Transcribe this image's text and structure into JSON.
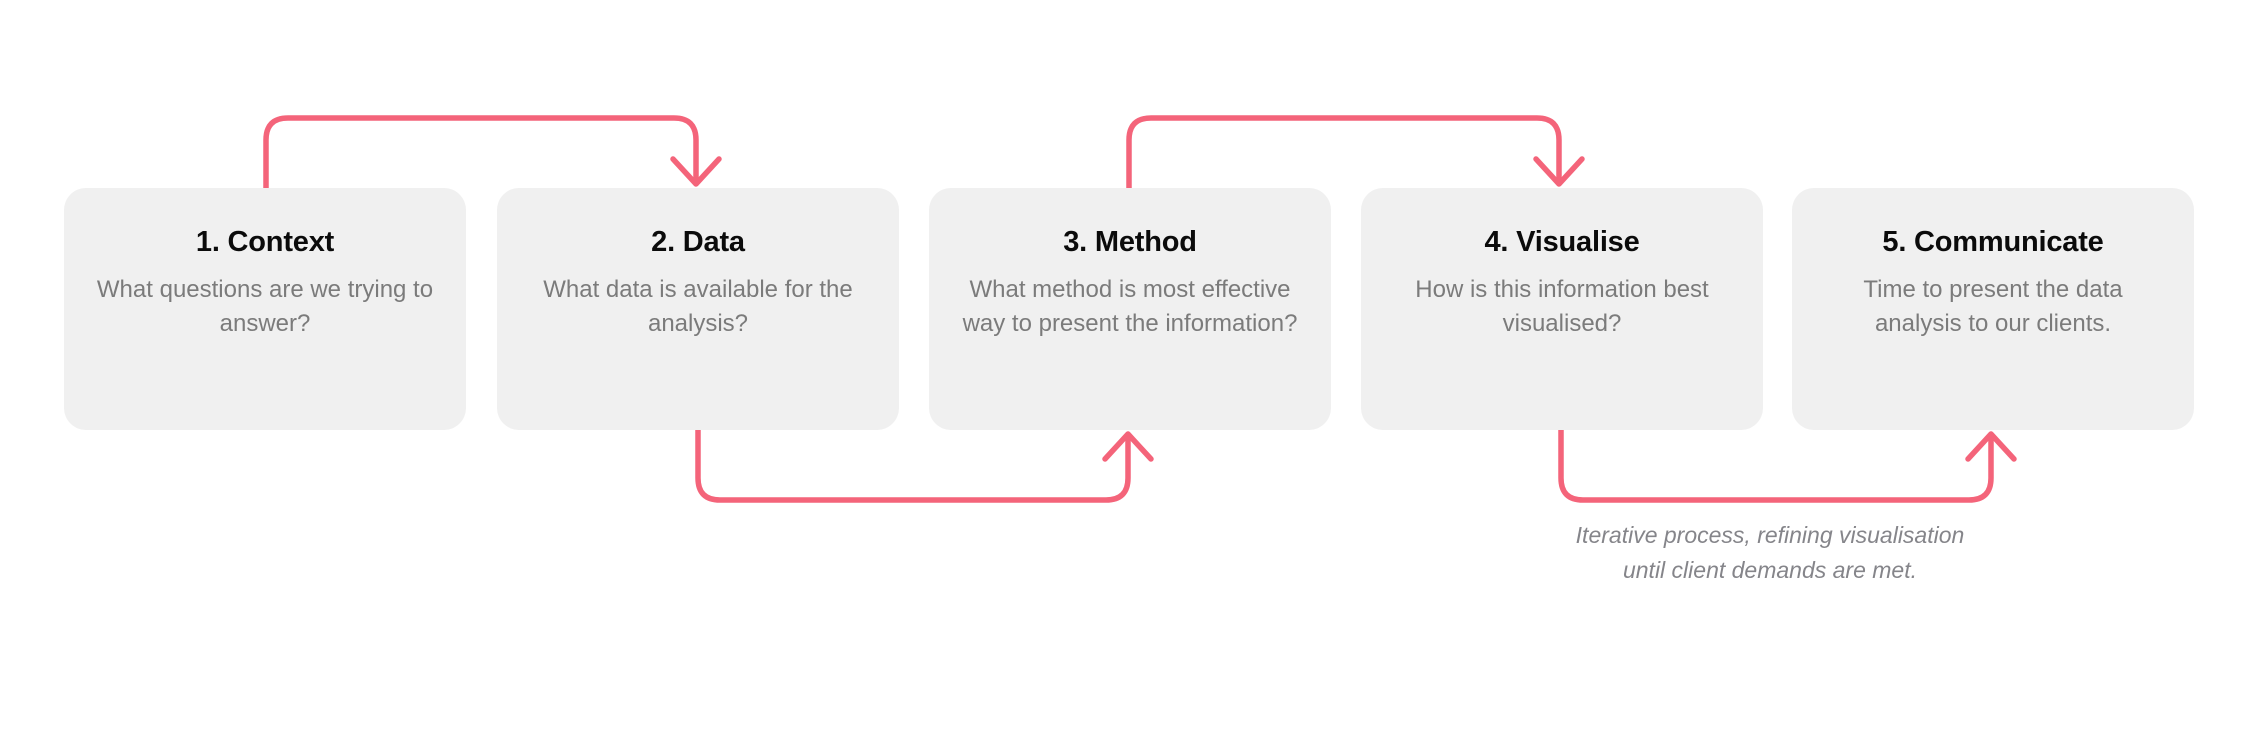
{
  "diagram": {
    "title_hidden": "",
    "accent_color": "#F4647A",
    "card_background": "#F0F0F0",
    "title_color": "#0B0B0B",
    "body_color": "#7B7B7B",
    "caption_color": "#85858A",
    "page_background": "#FFFFFF"
  },
  "steps": [
    {
      "title": "1. Context",
      "body": "What questions are we trying to answer?"
    },
    {
      "title": "2. Data",
      "body": "What data is available for the analysis?"
    },
    {
      "title": "3. Method",
      "body": "What method is most effective way to present the information?"
    },
    {
      "title": "4. Visualise",
      "body": "How is this information best visualised?"
    },
    {
      "title": "5. Communicate",
      "body": "Time to present the data analysis to our clients."
    }
  ],
  "caption": {
    "text": "Iterative process, refining visualisation until client demands are met."
  },
  "connectors": [
    {
      "name": "feedback-arrow-context-to-data",
      "from": "1. Context",
      "to": "2. Data",
      "direction": "top",
      "points_to": "down"
    },
    {
      "name": "feedback-arrow-data-to-method",
      "from": "2. Data",
      "to": "3. Method",
      "direction": "bottom",
      "points_to": "up"
    },
    {
      "name": "feedback-arrow-method-to-visualise",
      "from": "3. Method",
      "to": "4. Visualise",
      "direction": "top",
      "points_to": "down"
    },
    {
      "name": "feedback-arrow-visualise-to-communicate",
      "from": "4. Visualise",
      "to": "5. Communicate",
      "direction": "bottom",
      "points_to": "up"
    }
  ]
}
